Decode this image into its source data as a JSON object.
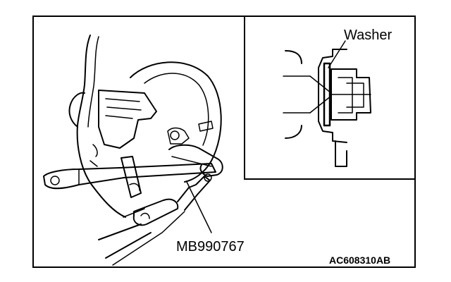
{
  "labels": {
    "washer": "Washer",
    "tool_part": "MB990767",
    "figure_code": "AC608310AB"
  },
  "colors": {
    "ink": "#000000",
    "paper": "#ffffff"
  }
}
